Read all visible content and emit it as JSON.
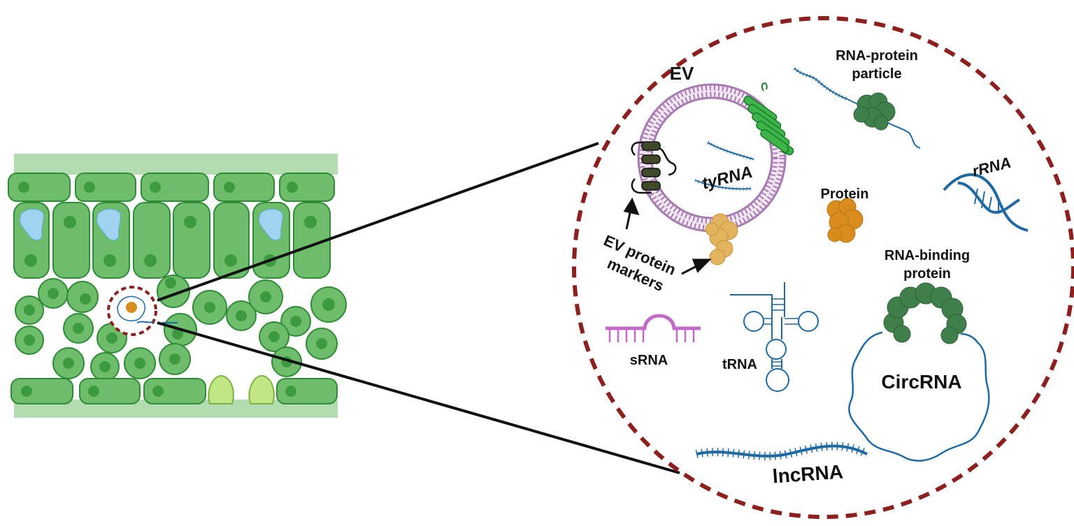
{
  "labels": {
    "ev": "EV",
    "rna_protein_1": "RNA-protein",
    "rna_protein_2": "particle",
    "tyrna": "tyRNA",
    "rrna": "rRNA",
    "protein": "Protein",
    "rbp_1": "RNA-binding",
    "rbp_2": "protein",
    "markers_1": "EV protein",
    "markers_2": "markers",
    "srna": "sRNA",
    "trna": "tRNA",
    "circrna": "CircRNA",
    "lncrna": "lncRNA"
  },
  "colors": {
    "leaf_band": "#b3dcb0",
    "cell_fill": "#6dbd6b",
    "cell_stroke": "#2f8b36",
    "nucleus": "#3c9a40",
    "vacuole": "#9fd3ef",
    "guard_cell": "#c3e685",
    "dashed_circle": "#8e1f1f",
    "membrane": "#a77bb0",
    "ev_marker_green": "#3db54a",
    "dark_marker": "#3e4a2a",
    "protein_orange": "#d88c1c",
    "protein_beige": "#e2b45e",
    "rna_blue": "#1f6aa5",
    "srna_purple": "#c26bc6",
    "rnp_green": "#3f7f4b"
  }
}
